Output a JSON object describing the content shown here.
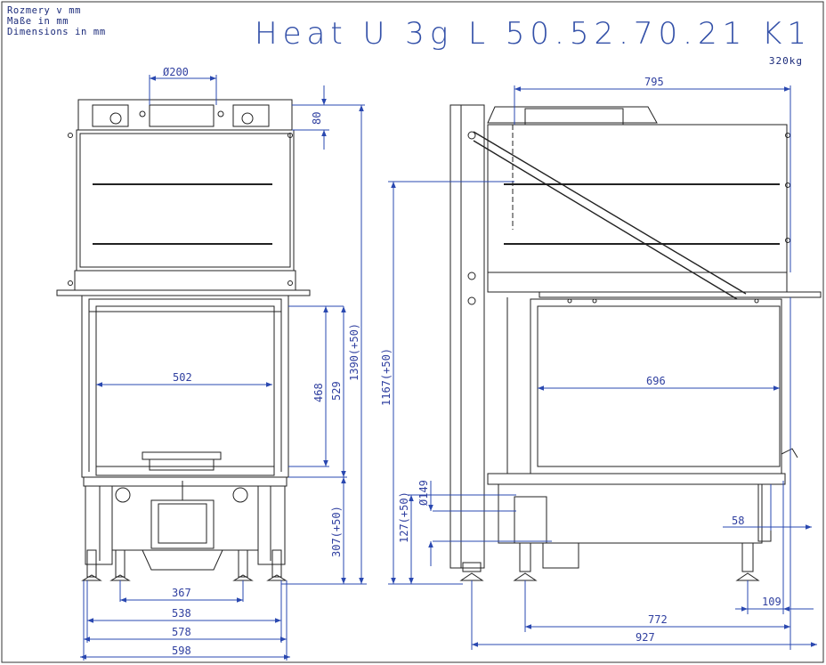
{
  "header": {
    "units_sk": "Rozmery v mm",
    "units_de": "Maße in mm",
    "units_en": "Dimensions in mm",
    "title": "Heat U 3g L 50.52.70.21 K1",
    "weight": "320kg"
  },
  "dims": {
    "flue_diameter": "Ø200",
    "top_height": "80",
    "total_height": "1390(+50)",
    "glass_height_inner": "468",
    "glass_height_outer": "529",
    "front_width": "502",
    "base_height": "307(+50)",
    "foot_367": "367",
    "width_538": "538",
    "width_578": "578",
    "width_598": "598",
    "side_depth_top": "795",
    "flue_height": "1167(+50)",
    "side_glass_width": "696",
    "air_inlet_height": "127(+50)",
    "air_inlet_diameter": "Ø149",
    "offset_58": "58",
    "offset_109": "109",
    "depth_772": "772",
    "depth_927": "927"
  },
  "colors": {
    "dimension_line": "#2a48b0",
    "drawing_line": "#222222"
  }
}
